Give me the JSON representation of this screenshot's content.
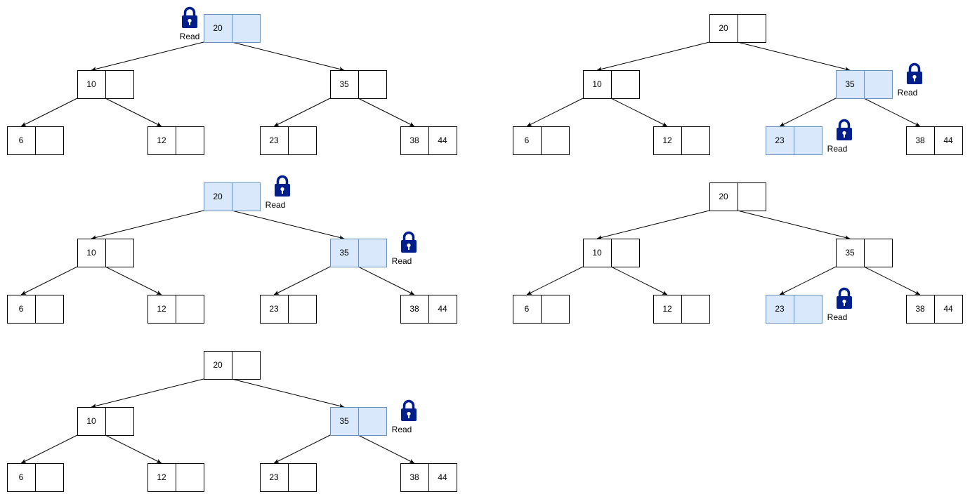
{
  "colors": {
    "node_fill": "#ffffff",
    "node_stroke": "#000000",
    "locked_fill": "#dae8fc",
    "locked_stroke": "#6c8ebf",
    "lock_color": "#001f8c",
    "edge": "#000000"
  },
  "lock_icon": "padlock-icon",
  "lock_label": "Read",
  "tree": {
    "root": {
      "key": "20",
      "child_ids": [
        "n10",
        "n35"
      ]
    },
    "n10": {
      "key": "10",
      "child_ids": [
        "n6",
        "n12"
      ]
    },
    "n35": {
      "key": "35",
      "child_ids": [
        "n23",
        "n38"
      ]
    },
    "n6": {
      "key": "6",
      "second": ""
    },
    "n12": {
      "key": "12",
      "second": ""
    },
    "n23": {
      "key": "23",
      "second": ""
    },
    "n38": {
      "key": "38",
      "second": "44"
    }
  },
  "steps": [
    {
      "id": "step-1",
      "highlighted": [
        "root"
      ],
      "locked": [
        "root"
      ]
    },
    {
      "id": "step-2",
      "highlighted": [
        "root",
        "n35"
      ],
      "locked": [
        "root",
        "n35"
      ]
    },
    {
      "id": "step-3",
      "highlighted": [
        "n35"
      ],
      "locked": [
        "n35"
      ]
    },
    {
      "id": "step-4",
      "highlighted": [
        "n35",
        "n23"
      ],
      "locked": [
        "n35",
        "n23"
      ]
    },
    {
      "id": "step-5",
      "highlighted": [
        "n23"
      ],
      "locked": [
        "n23"
      ]
    }
  ]
}
